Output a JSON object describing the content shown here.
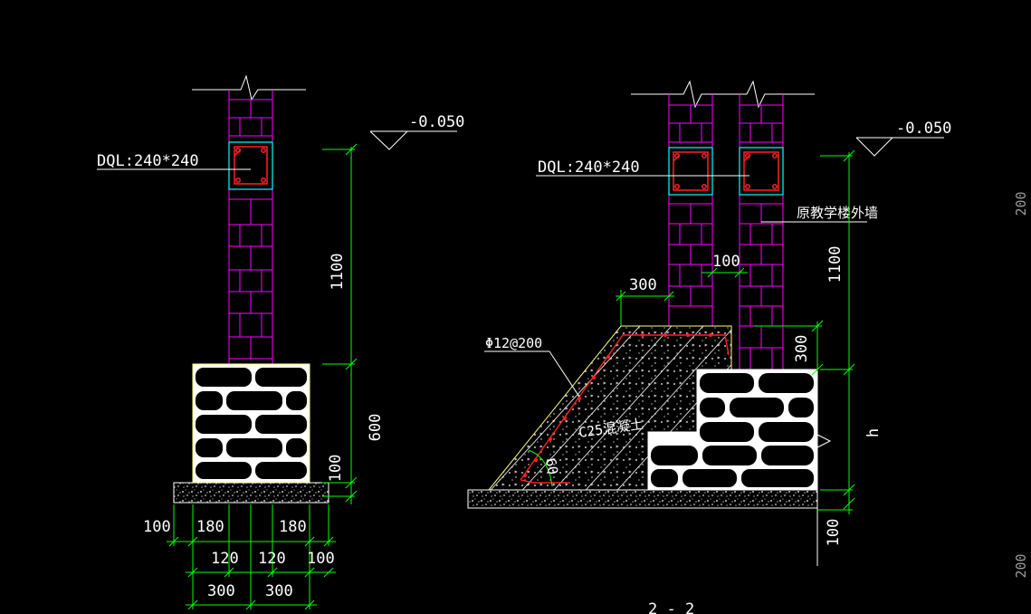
{
  "drawing": {
    "background": "#000000",
    "colors": {
      "dim": "#00ff00",
      "wall": "#ff00ff",
      "beam_outline": "#00ffff",
      "rebar": "#ff2020",
      "line": "#ffffff",
      "grey": "#9a9a9a",
      "slope": "#ffff80"
    }
  },
  "left": {
    "elevation": "-0.050",
    "beam_label": "DQL:240*240",
    "dims": {
      "height_upper": "1100",
      "height_lower": "600",
      "footing": "100",
      "bottom_row1": [
        "100",
        "180",
        "180"
      ],
      "bottom_row2": [
        "120",
        "120",
        "100"
      ],
      "bottom_row3": [
        "300",
        "300"
      ]
    }
  },
  "right": {
    "elevation": "-0.050",
    "beam_label": "DQL:240*240",
    "existing_wall_label": "原教学楼外墙",
    "rebar_label": "Φ12@200",
    "concrete_label": "C25混凝土",
    "angle_label": "60",
    "dims": {
      "offset": "300",
      "gap": "100",
      "height_upper": "1100",
      "step": "300",
      "h": "h",
      "footing": "100"
    },
    "section_mark": "2 - 2"
  },
  "edge": {
    "labels": [
      "200",
      "200"
    ]
  }
}
